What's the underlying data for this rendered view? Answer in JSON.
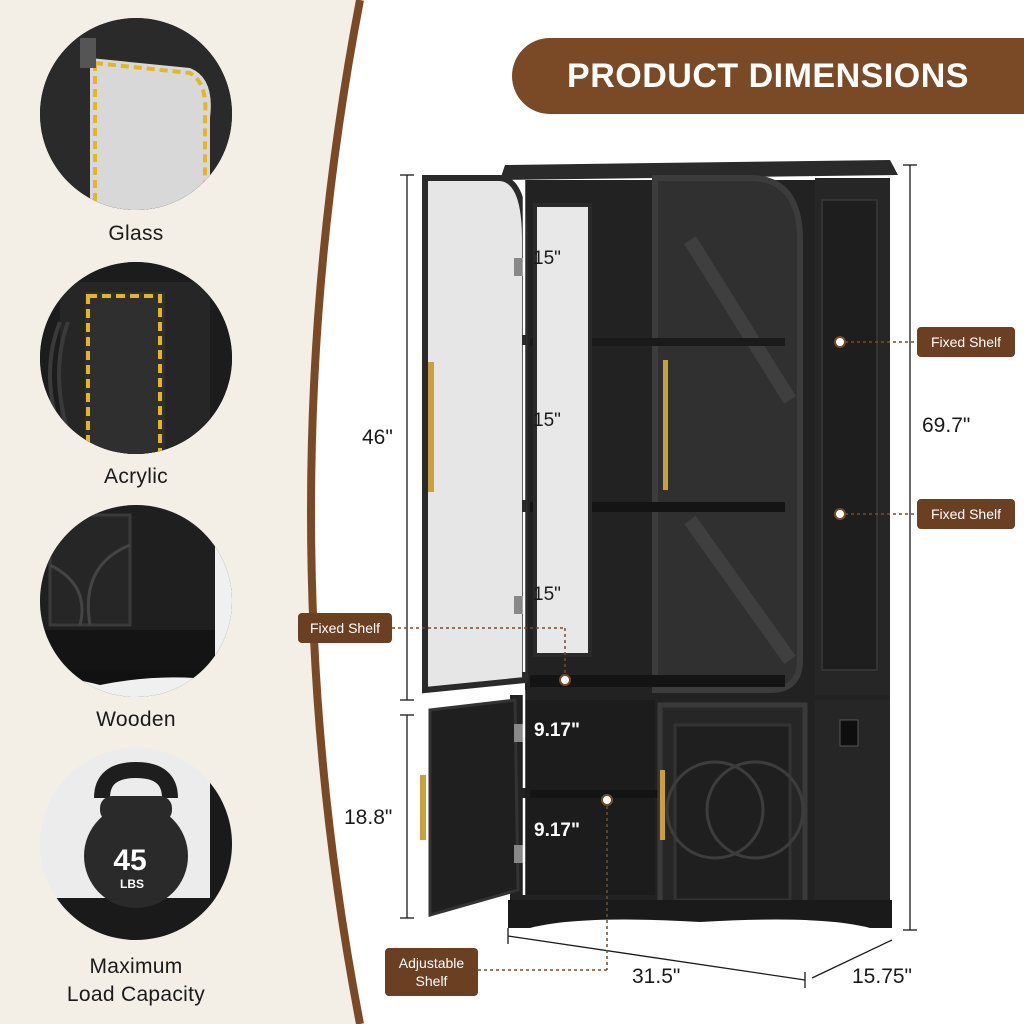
{
  "title": "PRODUCT DIMENSIONS",
  "features": [
    {
      "label": "Glass",
      "icon": "glass-panel-icon"
    },
    {
      "label": "Acrylic",
      "icon": "acrylic-panel-icon"
    },
    {
      "label": "Wooden",
      "icon": "wooden-panel-icon"
    },
    {
      "label": "Maximum Load Capacity",
      "icon": "kettlebell-icon"
    }
  ],
  "load_badge": {
    "value": "45",
    "unit": "LBS"
  },
  "dimensions": {
    "upper_height": "46\"",
    "lower_height": "18.8\"",
    "total_height": "69.7\"",
    "width": "31.5\"",
    "depth": "15.75\"",
    "shelf_gaps": [
      "15\"",
      "15\"",
      "15\"",
      "9.17\"",
      "9.17\""
    ]
  },
  "callouts": {
    "fixed_shelf_right_top": "Fixed Shelf",
    "fixed_shelf_right_bottom": "Fixed Shelf",
    "fixed_shelf_left": "Fixed Shelf",
    "adjustable_shelf_line1": "Adjustable",
    "adjustable_shelf_line2": "Shelf"
  },
  "colors": {
    "brand_brown": "#7a4a26",
    "cabinet_black": "#1e1e1e",
    "accent_gold": "#c9a13a",
    "background_cream": "#f3eee6"
  }
}
